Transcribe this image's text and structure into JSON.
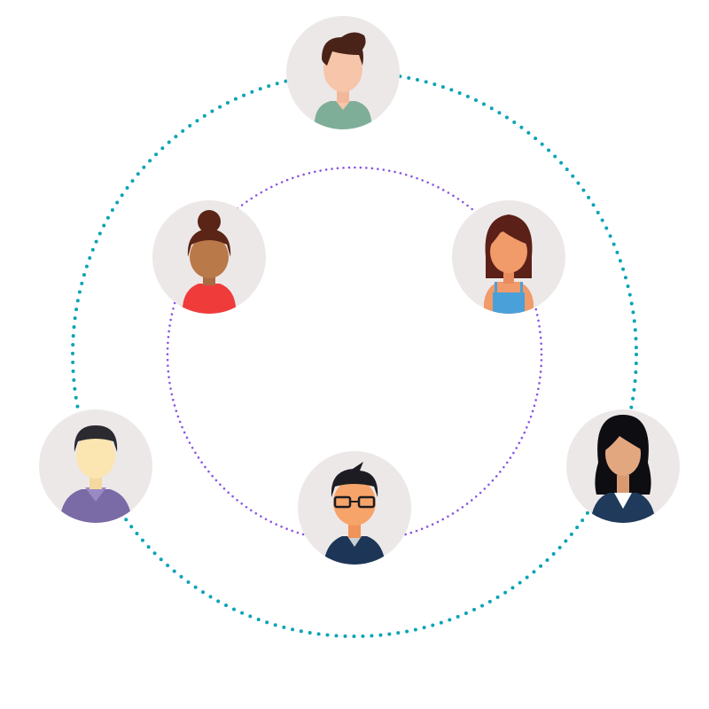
{
  "colors": {
    "outer_ring": "#0aa4b5",
    "inner_ring": "#8a56e2",
    "avatar_bg": "#ede8e8"
  },
  "nodes": [
    {
      "id": "av-top",
      "ring": "outer",
      "icon": "person-green-shirt-icon"
    },
    {
      "id": "av-redshirt",
      "ring": "inner",
      "icon": "person-red-shirt-icon"
    },
    {
      "id": "av-bluetop",
      "ring": "inner",
      "icon": "person-blue-top-icon"
    },
    {
      "id": "av-purple",
      "ring": "outer",
      "icon": "person-purple-shirt-icon"
    },
    {
      "id": "av-glasses",
      "ring": "inner",
      "icon": "person-glasses-icon"
    },
    {
      "id": "av-suit",
      "ring": "outer",
      "icon": "person-dark-suit-icon"
    }
  ]
}
